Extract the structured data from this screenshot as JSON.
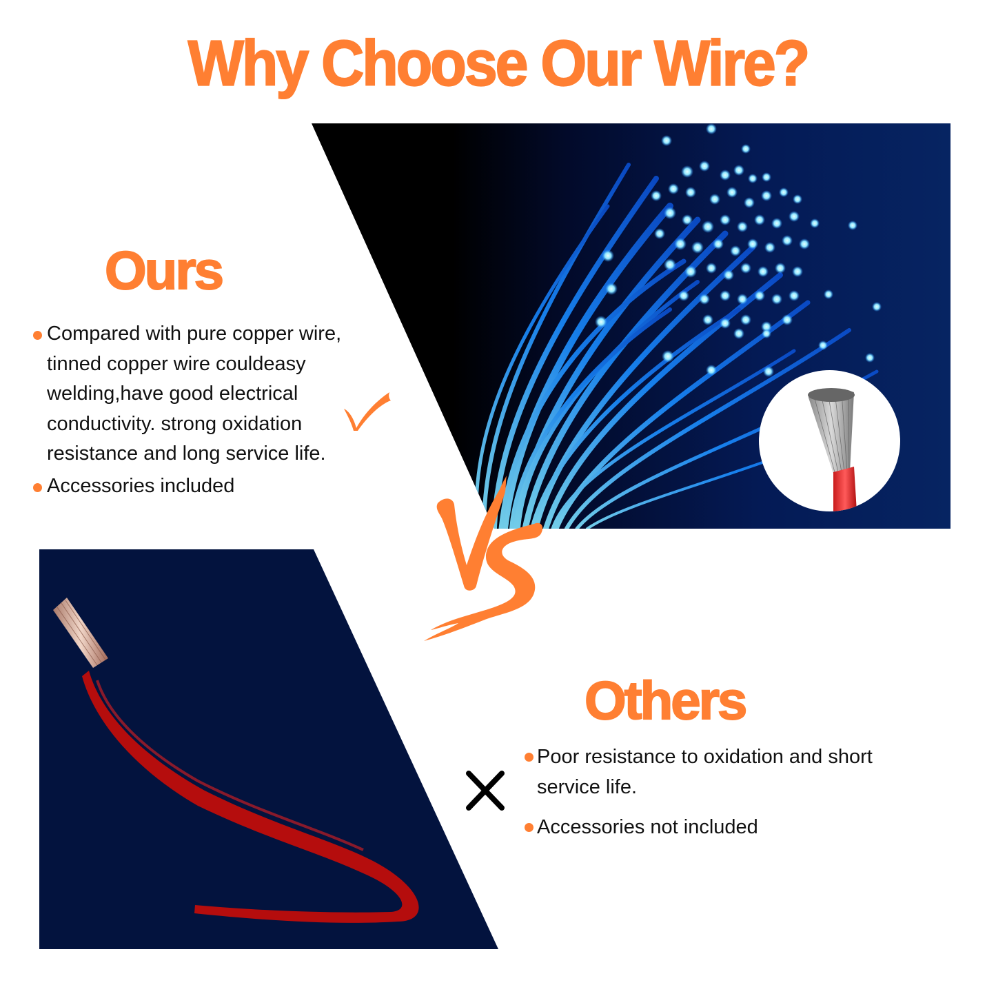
{
  "title": "Why Choose Our Wire?",
  "ours": {
    "heading": "Ours",
    "bullets": [
      "Compared with pure copper wire, tinned copper wire couldeasy welding,have good electrical conductivity. strong oxidation resistance and long service life.",
      "Accessories  included"
    ],
    "status_icon": "check-icon"
  },
  "others": {
    "heading": "Others",
    "bullets": [
      "Poor resistance to oxidation and short service life.",
      "Accessories not included"
    ],
    "status_icon": "x-icon"
  },
  "vs_label": "VS",
  "images": {
    "fiber_panel": "blue fiber optic strands on dark navy background",
    "inset": "tinned copper wire strands with red insulation",
    "others_panel": "red insulated copper wire on navy background"
  },
  "colors": {
    "accent": "#ff7f32",
    "text": "#111111",
    "navy": "#03133e",
    "fiber_blue": "#1e90ff"
  }
}
